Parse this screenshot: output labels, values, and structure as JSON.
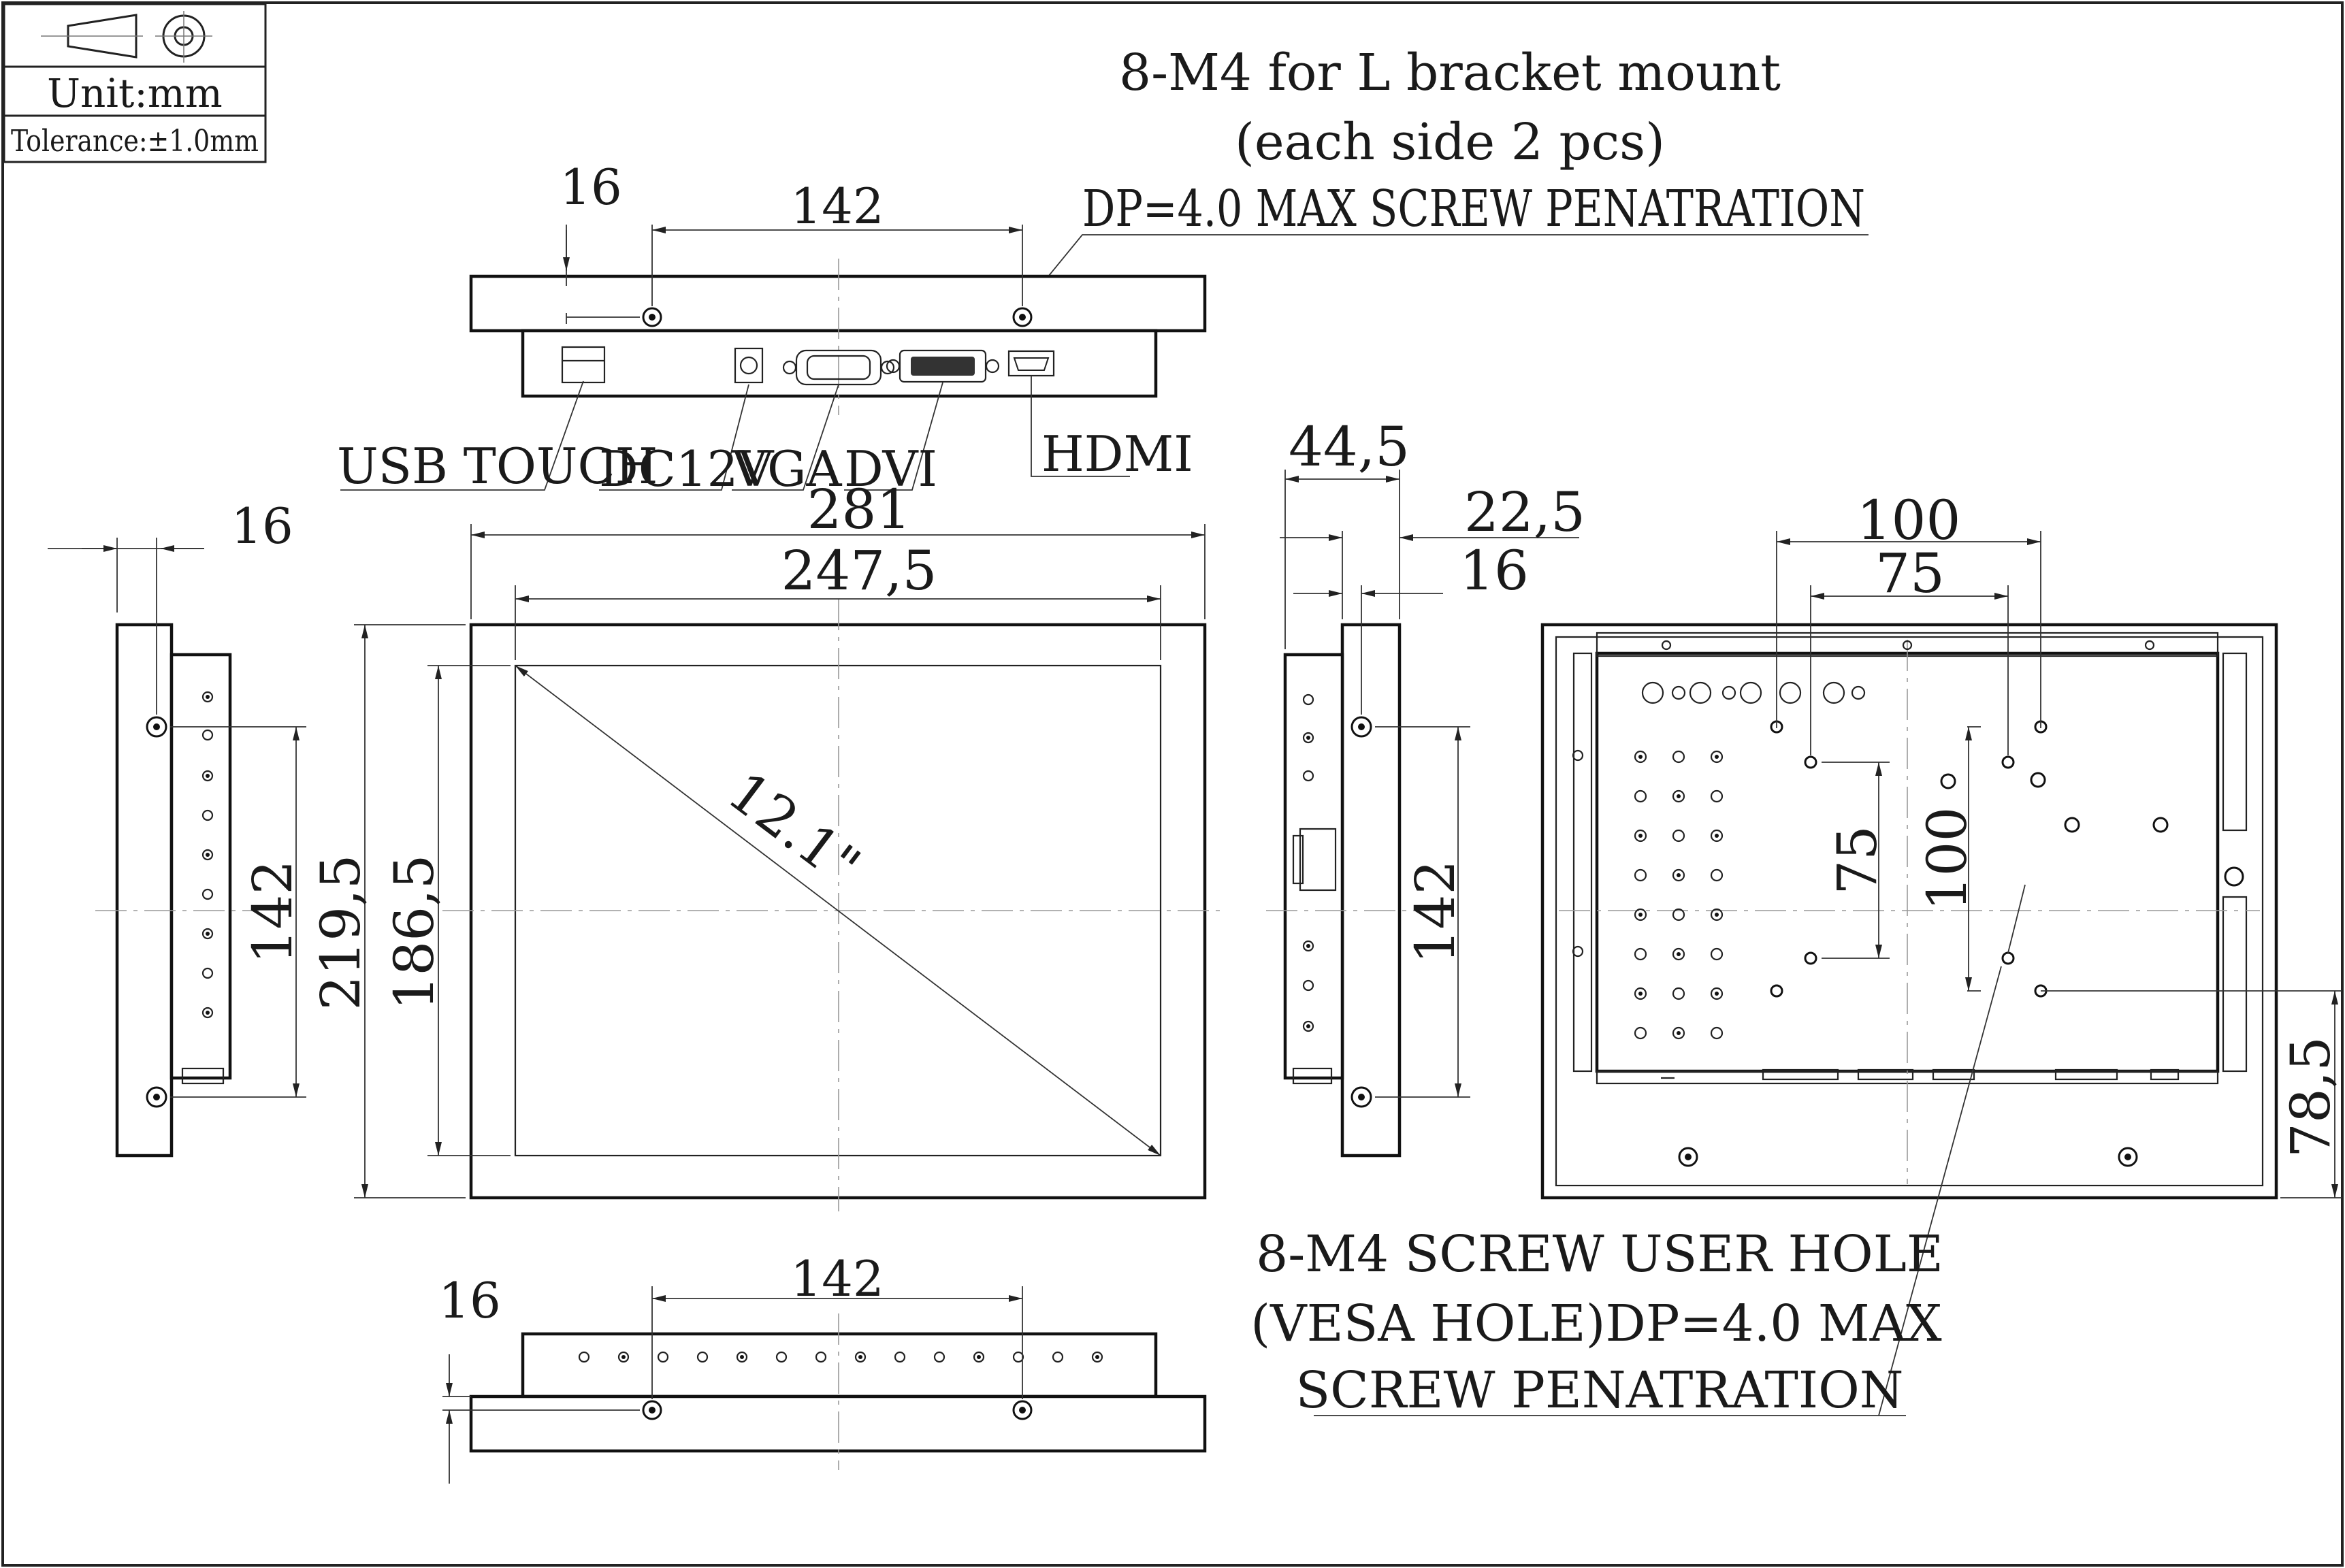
{
  "title_block": {
    "unit": "Unit:mm",
    "tolerance": "Tolerance:±1.0mm",
    "projection_icon": "first-angle-projection-icon"
  },
  "notes": {
    "bracket_line1": "8-M4 for L bracket mount",
    "bracket_line2": "(each side 2 pcs)",
    "bracket_line3": "DP=4.0 MAX SCREW PENATRATION",
    "vesa_line1": "8-M4 SCREW USER HOLE",
    "vesa_line2": "(VESA HOLE)DP=4.0 MAX",
    "vesa_line3": "SCREW PENATRATION"
  },
  "connectors": {
    "usb_touch": "USB TOUCH",
    "dc12v": "DC12V",
    "vga": "VGA",
    "dvi": "DVI",
    "hdmi": "HDMI"
  },
  "dimensions": {
    "top_offset": "16",
    "top_span": "142",
    "left_offset": "16",
    "left_span": "142",
    "width_outer": "281",
    "width_active": "247,5",
    "height_outer": "219,5",
    "height_active": "186,5",
    "diagonal": "12.1\"",
    "depth_total": "44,5",
    "depth_frame": "22,5",
    "depth_offset": "16",
    "right_span": "142",
    "vesa_100_h": "100",
    "vesa_75_h": "75",
    "vesa_75_v": "75",
    "vesa_100_v": "100",
    "vesa_bottom": "78,5",
    "bottom_offset": "16",
    "bottom_span": "142"
  }
}
